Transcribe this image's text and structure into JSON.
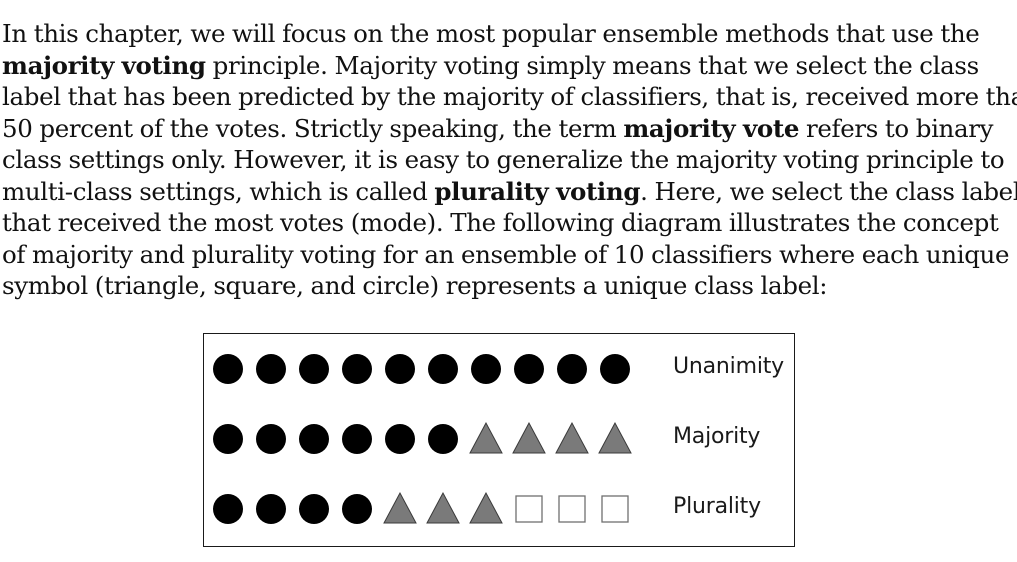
{
  "paragraph": {
    "lines": [
      [
        {
          "t": "In this chapter, we will focus on the most popular ensemble methods that use the",
          "b": false
        }
      ],
      [
        {
          "t": "majority voting",
          "b": true
        },
        {
          "t": " principle. Majority voting simply means that we select the class",
          "b": false
        }
      ],
      [
        {
          "t": "label that has been predicted by the majority of classifiers, that is, received more than",
          "b": false
        }
      ],
      [
        {
          "t": "50 percent of the votes. Strictly speaking, the term ",
          "b": false
        },
        {
          "t": "majority vote",
          "b": true
        },
        {
          "t": " refers to binary",
          "b": false
        }
      ],
      [
        {
          "t": "class settings only. However, it is easy to generalize the majority voting principle to",
          "b": false
        }
      ],
      [
        {
          "t": "multi-class settings, which is called ",
          "b": false
        },
        {
          "t": "plurality voting",
          "b": true
        },
        {
          "t": ". Here, we select the class label",
          "b": false
        }
      ],
      [
        {
          "t": "that received the most votes (mode). The following diagram illustrates the concept",
          "b": false
        }
      ],
      [
        {
          "t": "of majority and plurality voting for an ensemble of 10 classifiers where each unique",
          "b": false
        }
      ],
      [
        {
          "t": "symbol (triangle, square, and circle) represents a unique class label:",
          "b": false
        }
      ]
    ]
  },
  "figure": {
    "rows": [
      {
        "label": "Unanimity",
        "symbols": [
          "circle",
          "circle",
          "circle",
          "circle",
          "circle",
          "circle",
          "circle",
          "circle",
          "circle",
          "circle"
        ]
      },
      {
        "label": "Majority",
        "symbols": [
          "circle",
          "circle",
          "circle",
          "circle",
          "circle",
          "circle",
          "triangle",
          "triangle",
          "triangle",
          "triangle"
        ]
      },
      {
        "label": "Plurality",
        "symbols": [
          "circle",
          "circle",
          "circle",
          "circle",
          "triangle",
          "triangle",
          "triangle",
          "square",
          "square",
          "square"
        ]
      }
    ],
    "colors": {
      "circle": "#000000",
      "triangle": "#7a7a7a",
      "triangle_stroke": "#3a3a3a",
      "square_fill": "#ffffff",
      "square_stroke": "#6f6f6f"
    }
  }
}
